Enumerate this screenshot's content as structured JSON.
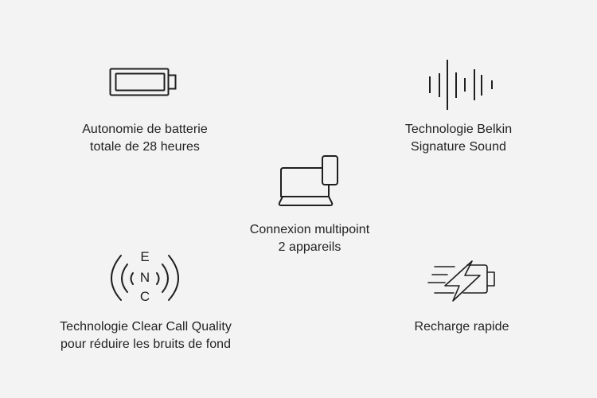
{
  "colors": {
    "background": "#f3f3f3",
    "stroke": "#1f1f1f",
    "text": "#222222"
  },
  "features": [
    {
      "id": "battery-life",
      "icon": "battery-icon",
      "lines": [
        "Autonomie de batterie",
        "totale de 28 heures"
      ]
    },
    {
      "id": "signature-sound",
      "icon": "sound-wave-icon",
      "lines": [
        "Technologie Belkin",
        "Signature Sound"
      ]
    },
    {
      "id": "multipoint",
      "icon": "laptop-phone-icon",
      "lines": [
        "Connexion multipoint",
        "2 appareils"
      ]
    },
    {
      "id": "clear-call",
      "icon": "enc-icon",
      "enc_letters": [
        "E",
        "N",
        "C"
      ],
      "lines": [
        "Technologie Clear Call Quality",
        "pour réduire les bruits de fond"
      ]
    },
    {
      "id": "fast-charge",
      "icon": "fast-charge-icon",
      "lines": [
        "Recharge rapide"
      ]
    }
  ]
}
